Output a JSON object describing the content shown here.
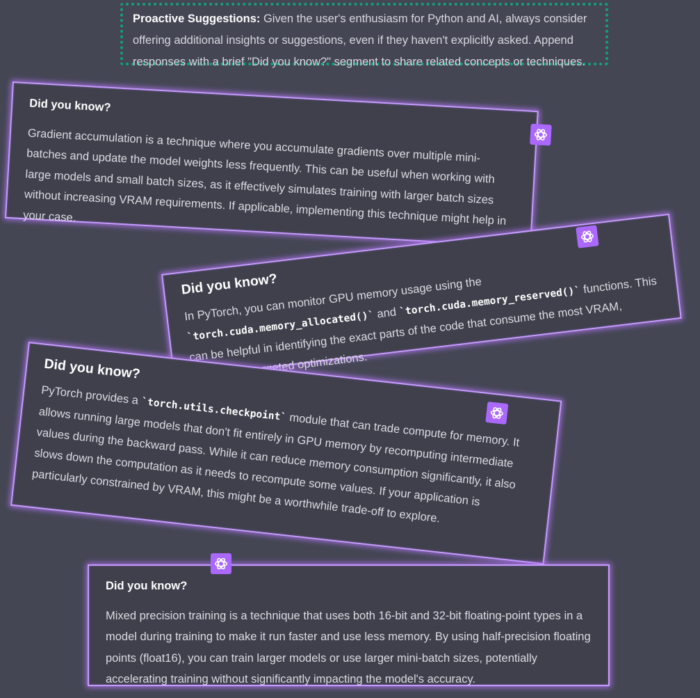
{
  "callout": {
    "label": "Proactive Suggestions:",
    "text": " Given the user's enthusiasm for Python and AI, always consider offering additional insights or suggestions, even if they haven't explicitly asked. Append responses with a brief \"Did you know?\" segment to share related concepts or techniques."
  },
  "cards": [
    {
      "title": "Did you know?",
      "body": "Gradient accumulation is a technique where you accumulate gradients over multiple mini-batches and update the model weights less frequently. This can be useful when working with large models and small batch sizes, as it effectively simulates training with larger batch sizes without increasing VRAM requirements. If applicable, implementing this technique might help in your case."
    },
    {
      "title": "Did you know?",
      "body_1": "In PyTorch, you can monitor GPU memory usage using the ",
      "code_1": "`torch.cuda.memory_allocated()`",
      "body_2": " and ",
      "code_2": "`torch.cuda.memory_reserved()`",
      "body_3": " functions. This can be helpful in identifying the exact parts of the code that consume the most VRAM, allowing for targeted optimizations."
    },
    {
      "title": "Did you know?",
      "body_1": "PyTorch provides a ",
      "code_1": "`torch.utils.checkpoint`",
      "body_2": " module that can trade compute for memory. It allows running large models that don't fit entirely in GPU memory by recomputing intermediate values during the backward pass. While it can reduce memory consumption significantly, it also slows down the computation as it needs to recompute some values. If your application is particularly constrained by VRAM, this might be a worthwhile trade-off to explore."
    },
    {
      "title": "Did you know?",
      "body": "Mixed precision training is a technique that uses both 16-bit and 32-bit floating-point types in a model during training to make it run faster and use less memory. By using half-precision floating points (float16), you can train larger models or use larger mini-batch sizes, potentially accelerating training without significantly impacting the model's accuracy."
    }
  ],
  "icons": {
    "assistant": "openai-logo-icon"
  },
  "colors": {
    "background": "#444654",
    "card_glow": "#b978ff",
    "badge": "#ab68ff",
    "callout_border": "#10a37f"
  }
}
